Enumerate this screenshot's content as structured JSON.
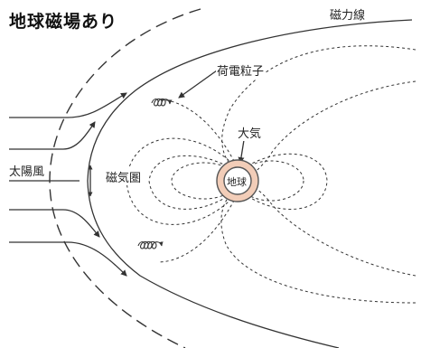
{
  "title": "地球磁場あり",
  "labels": {
    "field_lines": "磁力線",
    "charged_particles": "荷電粒子",
    "atmosphere": "大気",
    "solar_wind": "太陽風",
    "magnetosphere": "磁気圏",
    "earth": "地球"
  },
  "colors": {
    "line": "#333333",
    "earth_fill": "#ffffff",
    "atmosphere_ring": "#f2cdb8",
    "atmosphere_border": "#555555"
  }
}
